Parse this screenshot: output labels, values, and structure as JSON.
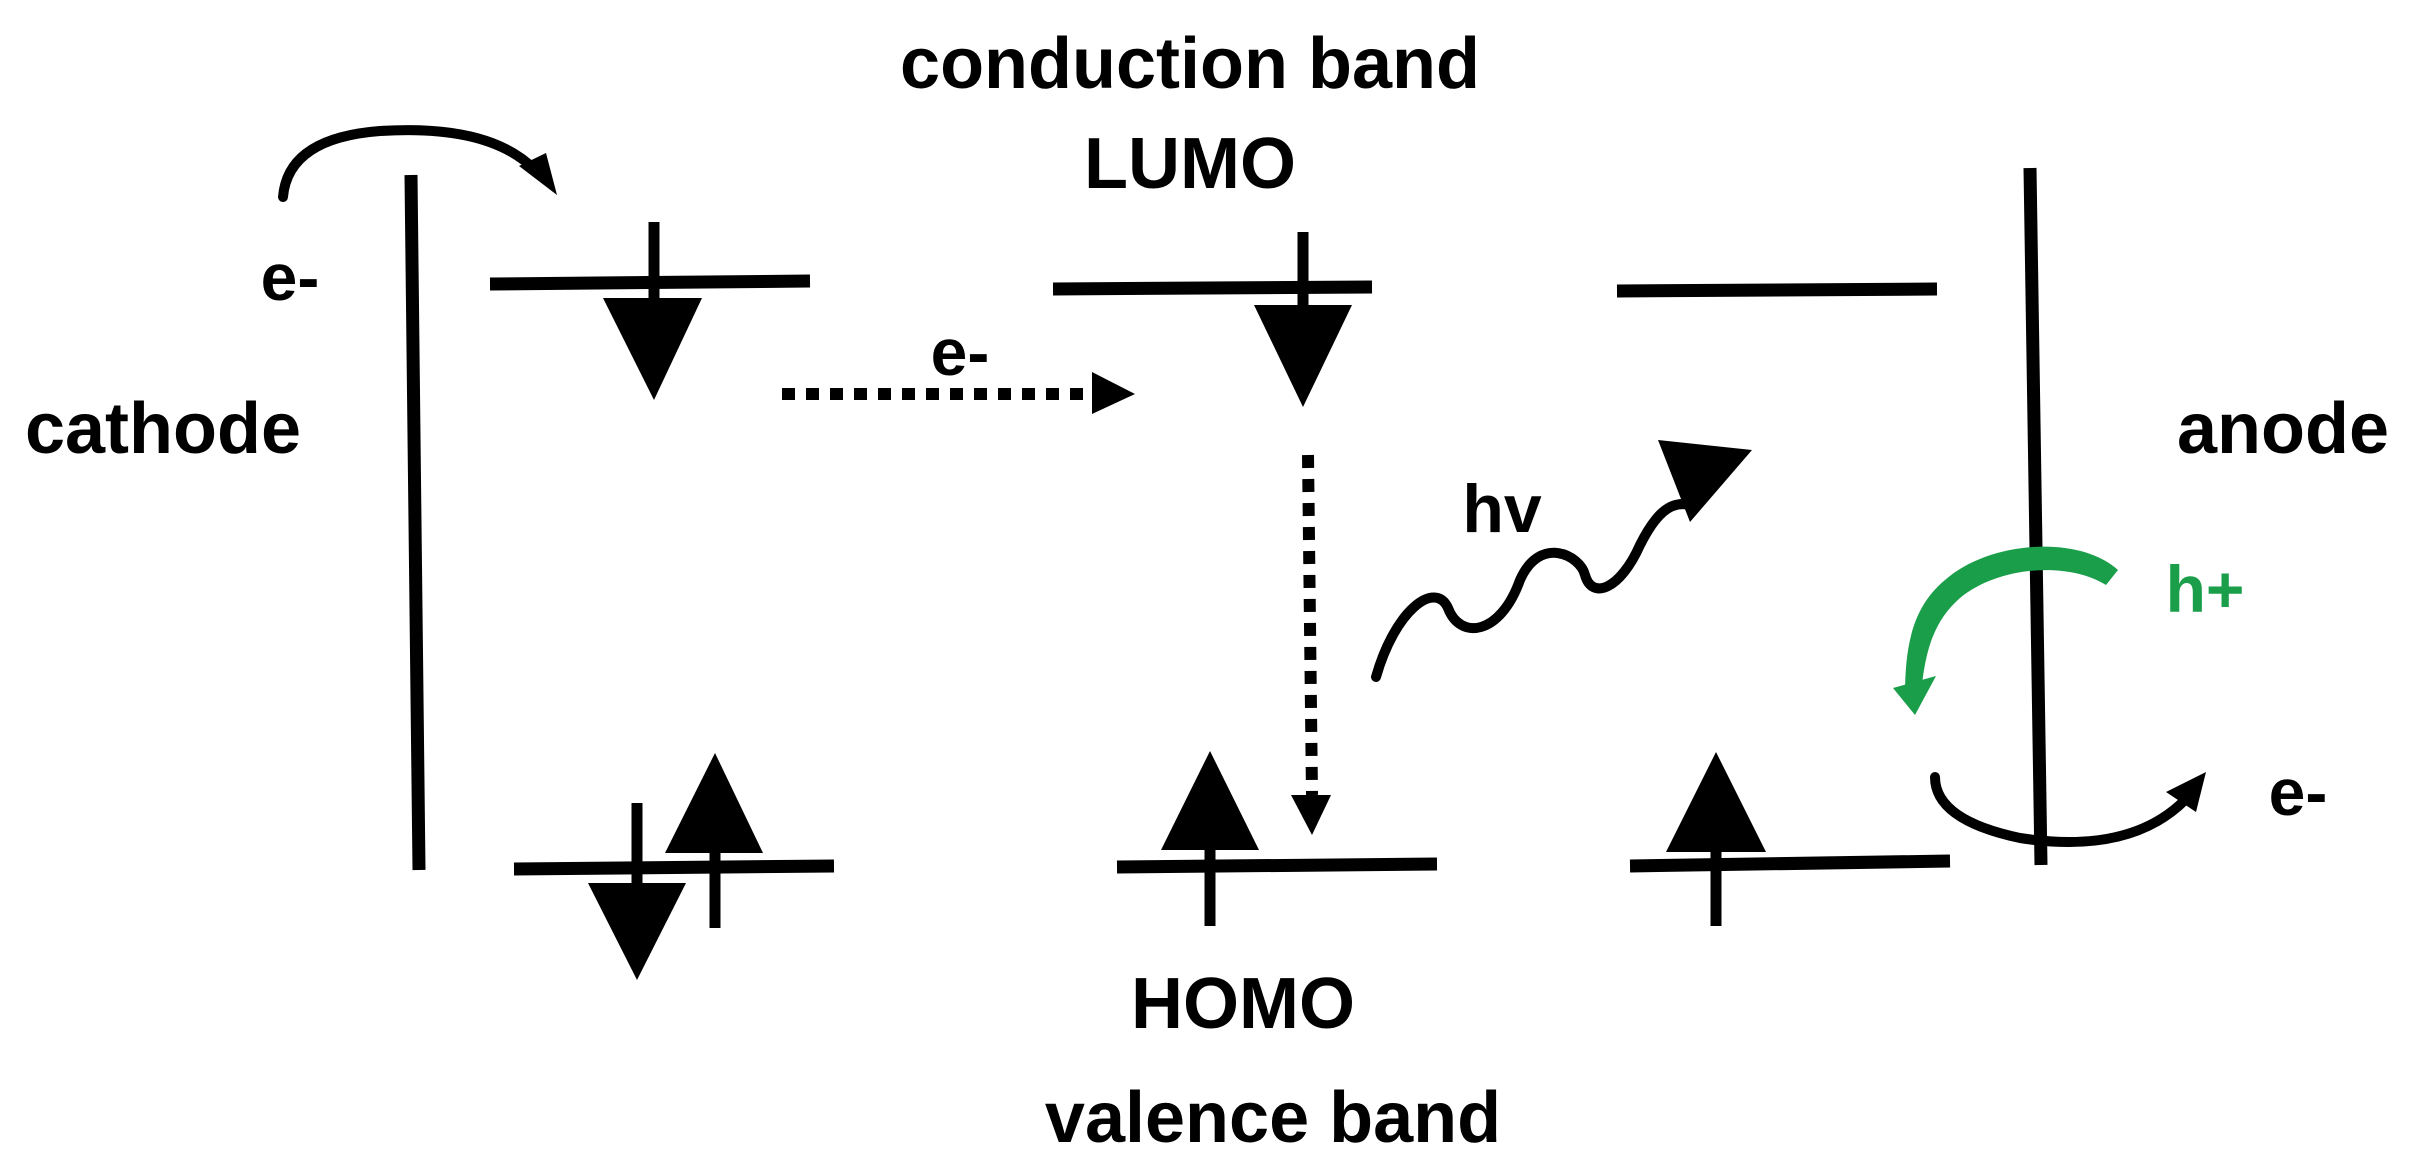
{
  "labels": {
    "conduction_band": "conduction band",
    "lumo": "LUMO",
    "homo": "HOMO",
    "valence_band": "valence band",
    "cathode": "cathode",
    "anode": "anode",
    "electron_cathode": "e-",
    "electron_transfer": "e-",
    "electron_anode": "e-",
    "photon": "hv",
    "hole": "h+"
  },
  "colors": {
    "line": "#000000",
    "hole_accent": "#1a9e4a",
    "background": "#ffffff"
  }
}
